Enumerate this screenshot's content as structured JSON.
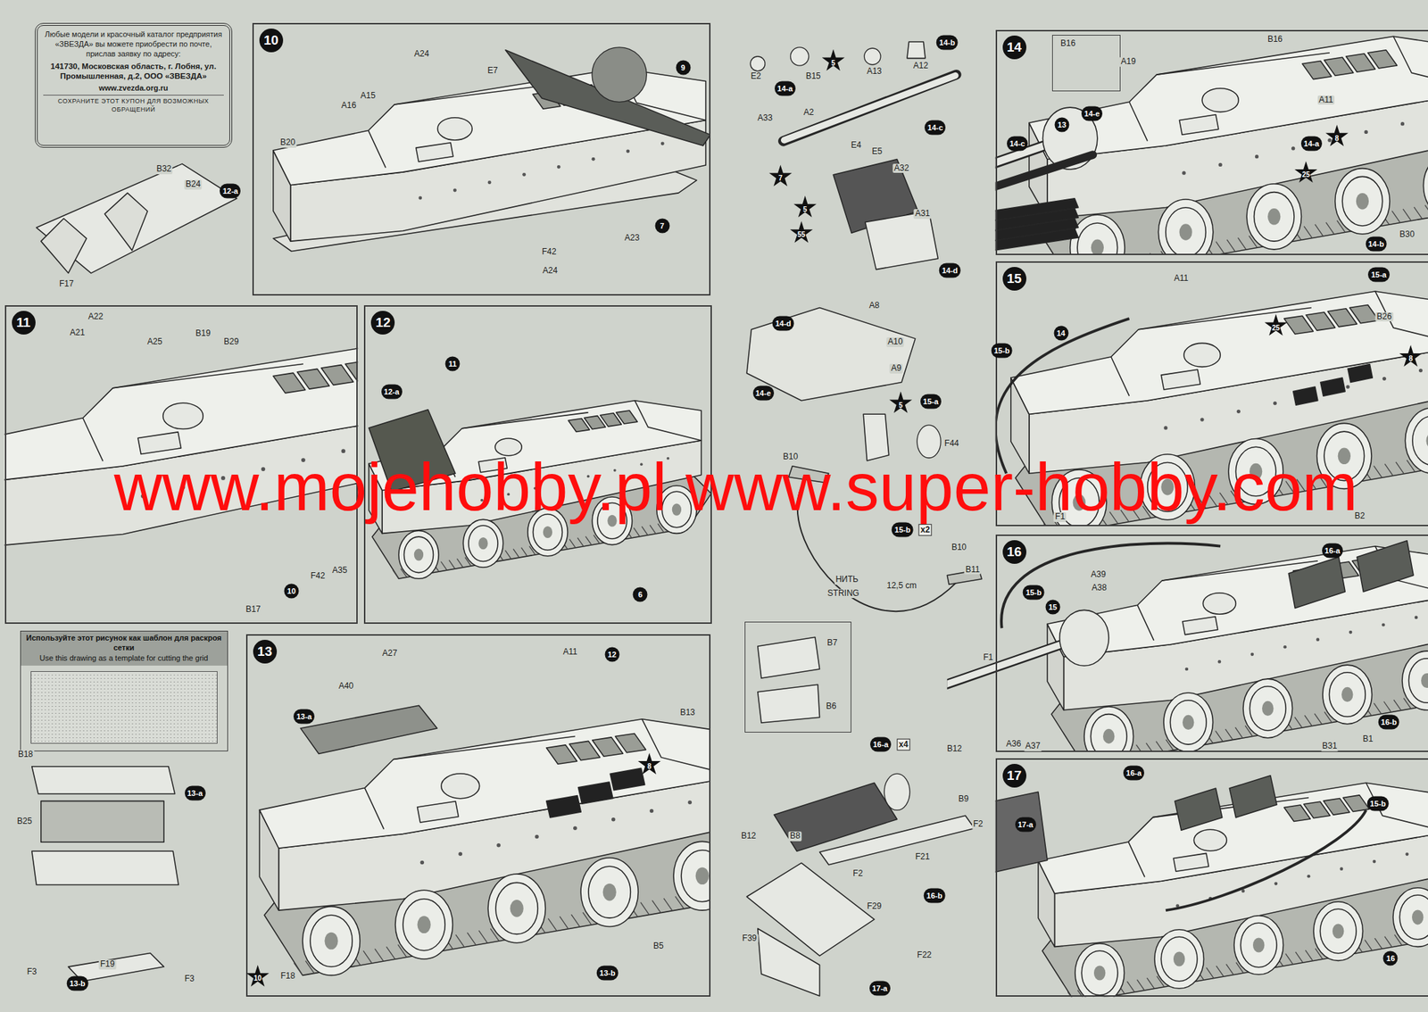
{
  "diagram": {
    "nodes": [
      {
        "text": [
          "Любые модели и красочный каталог предприятия «ЗВЕЗДА» вы можете приобрести по почте, прислав заявку по адресу:",
          "141730, Московская область, г. Лобня, ул. Промышленная, д.2, ООО «ЗВЕЗДА»",
          "www.zvezda.org.ru",
          "СОХРАНИТЕ ЭТОТ КУПОН ДЛЯ ВОЗМОЖНЫХ ОБРАЩЕНИЙ"
        ]
      },
      {
        "text": [
          "10"
        ]
      },
      {
        "text": [
          "11"
        ]
      },
      {
        "text": [
          "12"
        ]
      },
      {
        "text": [
          "Используйте этот рисунок как шаблон для раскроя сетки",
          "Use this drawing as a template for cutting the grid"
        ]
      },
      {
        "text": [
          "13"
        ]
      },
      {
        "text": [
          "B7",
          "B6"
        ]
      },
      {
        "text": [
          "14"
        ]
      },
      {
        "text": [
          "B16"
        ],
        "in": 7
      },
      {
        "text": [
          "15"
        ]
      },
      {
        "text": [
          "16"
        ]
      },
      {
        "text": [
          "17"
        ]
      }
    ],
    "labels": [
      "A24",
      "E7",
      "9",
      "A15",
      "A16",
      "B20",
      "7",
      "A23",
      "F42",
      "A24",
      "B32",
      "B24",
      "12-a",
      "F17",
      "A22",
      "A21",
      "A25",
      "B19",
      "B29",
      "F42",
      "A35",
      "10",
      "B17",
      "11",
      "12-a",
      "6",
      "B18",
      "B25",
      "13-a",
      "F3",
      "13-b",
      "F19",
      "F3",
      "A27",
      "A11",
      "12",
      "A40",
      "13-a",
      "B13",
      "8",
      "10",
      "F18",
      "B5",
      "13-b",
      "E2",
      "B15",
      "5",
      "A13",
      "A12",
      "14-b",
      "14-a",
      "A33",
      "A2",
      "14-c",
      "7",
      "E4",
      "E5",
      "A32",
      "5",
      "55",
      "A31",
      "14-d",
      "14-d",
      "A8",
      "A10",
      "A9",
      "14-e",
      "5",
      "15-a",
      "F44",
      "B10",
      "15-b",
      "x2",
      "B10",
      "B11",
      "НИТЬ",
      "STRING",
      "12,5 cm",
      "16-a",
      "x4",
      "B12",
      "B9",
      "B12",
      "B8",
      "F2",
      "F21",
      "F2",
      "16-b",
      "F29",
      "F39",
      "F22",
      "17-a",
      "B16",
      "A19",
      "A11",
      "13",
      "14-e",
      "14-c",
      "14-a",
      "8",
      "25",
      "B30",
      "14-b",
      "A11",
      "15-a",
      "14",
      "25",
      "B26",
      "8",
      "15-b",
      "F1",
      "B2",
      "A39",
      "A38",
      "16-a",
      "15-b",
      "15",
      "F1",
      "16-b",
      "A36",
      "A37",
      "B31",
      "B1",
      "16-a",
      "17-a",
      "15-b",
      "16",
      "www.mojehobby.pl www.super-hobby.com"
    ]
  }
}
